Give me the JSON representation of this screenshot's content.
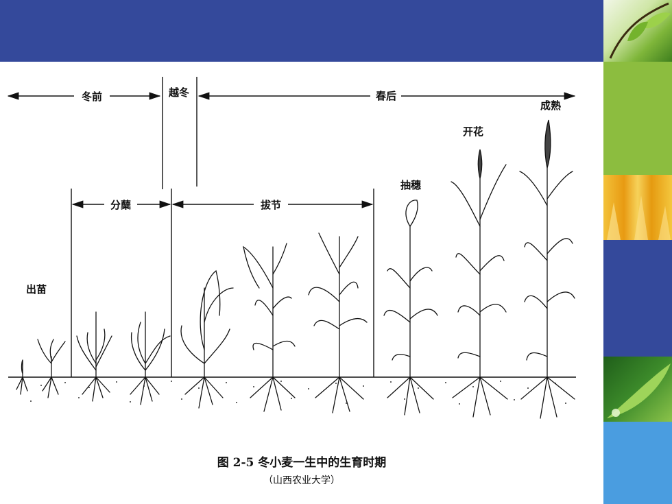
{
  "diagram": {
    "phases": {
      "pre_winter": "冬前",
      "overwinter": "越冬",
      "post_spring": "春后"
    },
    "sub_phases": {
      "tillering": "分蘖",
      "jointing": "拔节"
    },
    "stages": {
      "emergence": "出苗",
      "heading": "抽穗",
      "flowering": "开花",
      "maturity": "成熟"
    }
  },
  "caption": {
    "title": "图 2-5   冬小麦一生中的生育时期",
    "source": "（山西农业大学）"
  },
  "colors": {
    "header": "#34499b",
    "sidebar": [
      "#8cbd3f",
      "#e5a51c",
      "#34499b",
      "#3c8a2a",
      "#4a9de0"
    ]
  }
}
